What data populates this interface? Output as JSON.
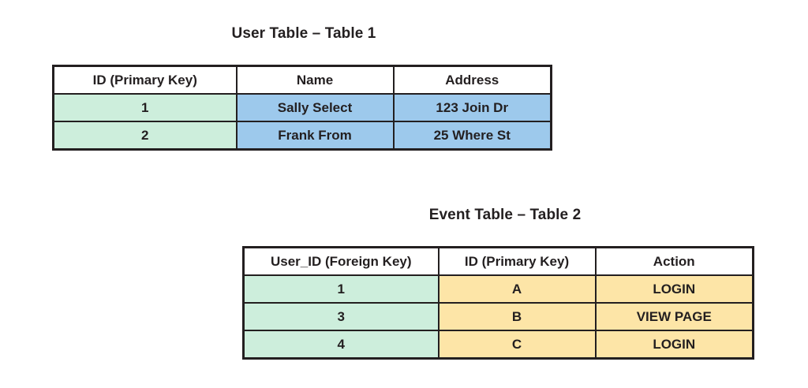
{
  "page": {
    "background_color": "#ffffff",
    "text_color": "#231f20"
  },
  "colors": {
    "key_column_green": "#cdeedc",
    "user_data_blue": "#9dc9ec",
    "event_data_amber": "#fde5a7",
    "header_white": "#ffffff",
    "border_dark": "#231f20"
  },
  "tables": [
    {
      "id": "user-table",
      "title": "User Table – Table 1",
      "columns": [
        "ID (Primary Key)",
        "Name",
        "Address"
      ],
      "rows": [
        [
          "1",
          "Sally Select",
          "123 Join Dr"
        ],
        [
          "2",
          "Frank From",
          "25 Where St"
        ]
      ],
      "column_fills": [
        "key_column_green",
        "user_data_blue",
        "user_data_blue"
      ]
    },
    {
      "id": "event-table",
      "title": "Event Table – Table 2",
      "columns": [
        "User_ID (Foreign Key)",
        "ID (Primary Key)",
        "Action"
      ],
      "rows": [
        [
          "1",
          "A",
          "LOGIN"
        ],
        [
          "3",
          "B",
          "VIEW PAGE"
        ],
        [
          "4",
          "C",
          "LOGIN"
        ]
      ],
      "column_fills": [
        "key_column_green",
        "event_data_amber",
        "event_data_amber"
      ]
    }
  ]
}
